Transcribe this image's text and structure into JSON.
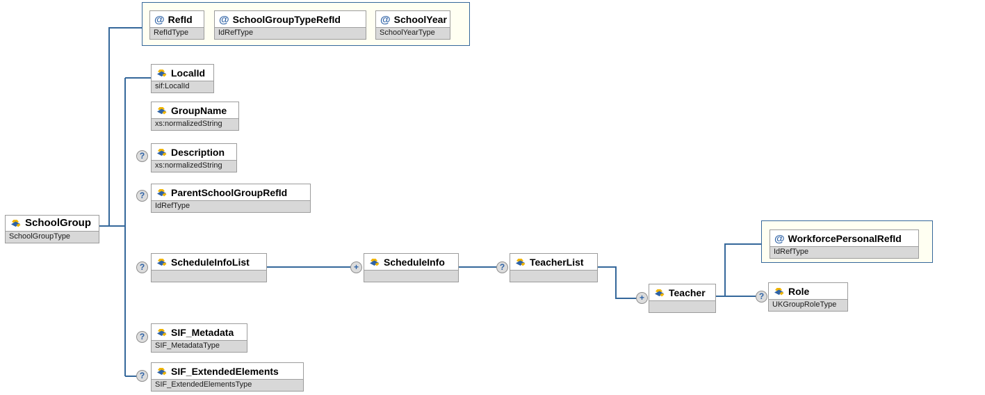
{
  "diagram": {
    "line_color": "#34679A",
    "symbols": {
      "attribute": "@",
      "optional": "?",
      "repeat": "+"
    },
    "root": {
      "name": "SchoolGroup",
      "type": "SchoolGroupType"
    },
    "top_attribute_group": {
      "refid": {
        "name": "RefId",
        "type": "RefIdType"
      },
      "school_group_type_refid": {
        "name": "SchoolGroupTypeRefId",
        "type": "IdRefType"
      },
      "school_year": {
        "name": "SchoolYear",
        "type": "SchoolYearType"
      }
    },
    "elements": {
      "local_id": {
        "name": "LocalId",
        "type": "sif:LocalId"
      },
      "group_name": {
        "name": "GroupName",
        "type": "xs:normalizedString"
      },
      "description": {
        "name": "Description",
        "type": "xs:normalizedString"
      },
      "parent_school_group_refid": {
        "name": "ParentSchoolGroupRefId",
        "type": "IdRefType"
      },
      "schedule_info_list": {
        "name": "ScheduleInfoList",
        "type": ""
      },
      "schedule_info": {
        "name": "ScheduleInfo",
        "type": ""
      },
      "teacher_list": {
        "name": "TeacherList",
        "type": ""
      },
      "teacher": {
        "name": "Teacher",
        "type": ""
      },
      "role": {
        "name": "Role",
        "type": "UKGroupRoleType"
      },
      "sif_metadata": {
        "name": "SIF_Metadata",
        "type": "SIF_MetadataType"
      },
      "sif_extended_elements": {
        "name": "SIF_ExtendedElements",
        "type": "SIF_ExtendedElementsType"
      }
    },
    "teacher_attribute_group": {
      "workforce_personal_refid": {
        "name": "WorkforcePersonalRefId",
        "type": "IdRefType"
      }
    }
  }
}
